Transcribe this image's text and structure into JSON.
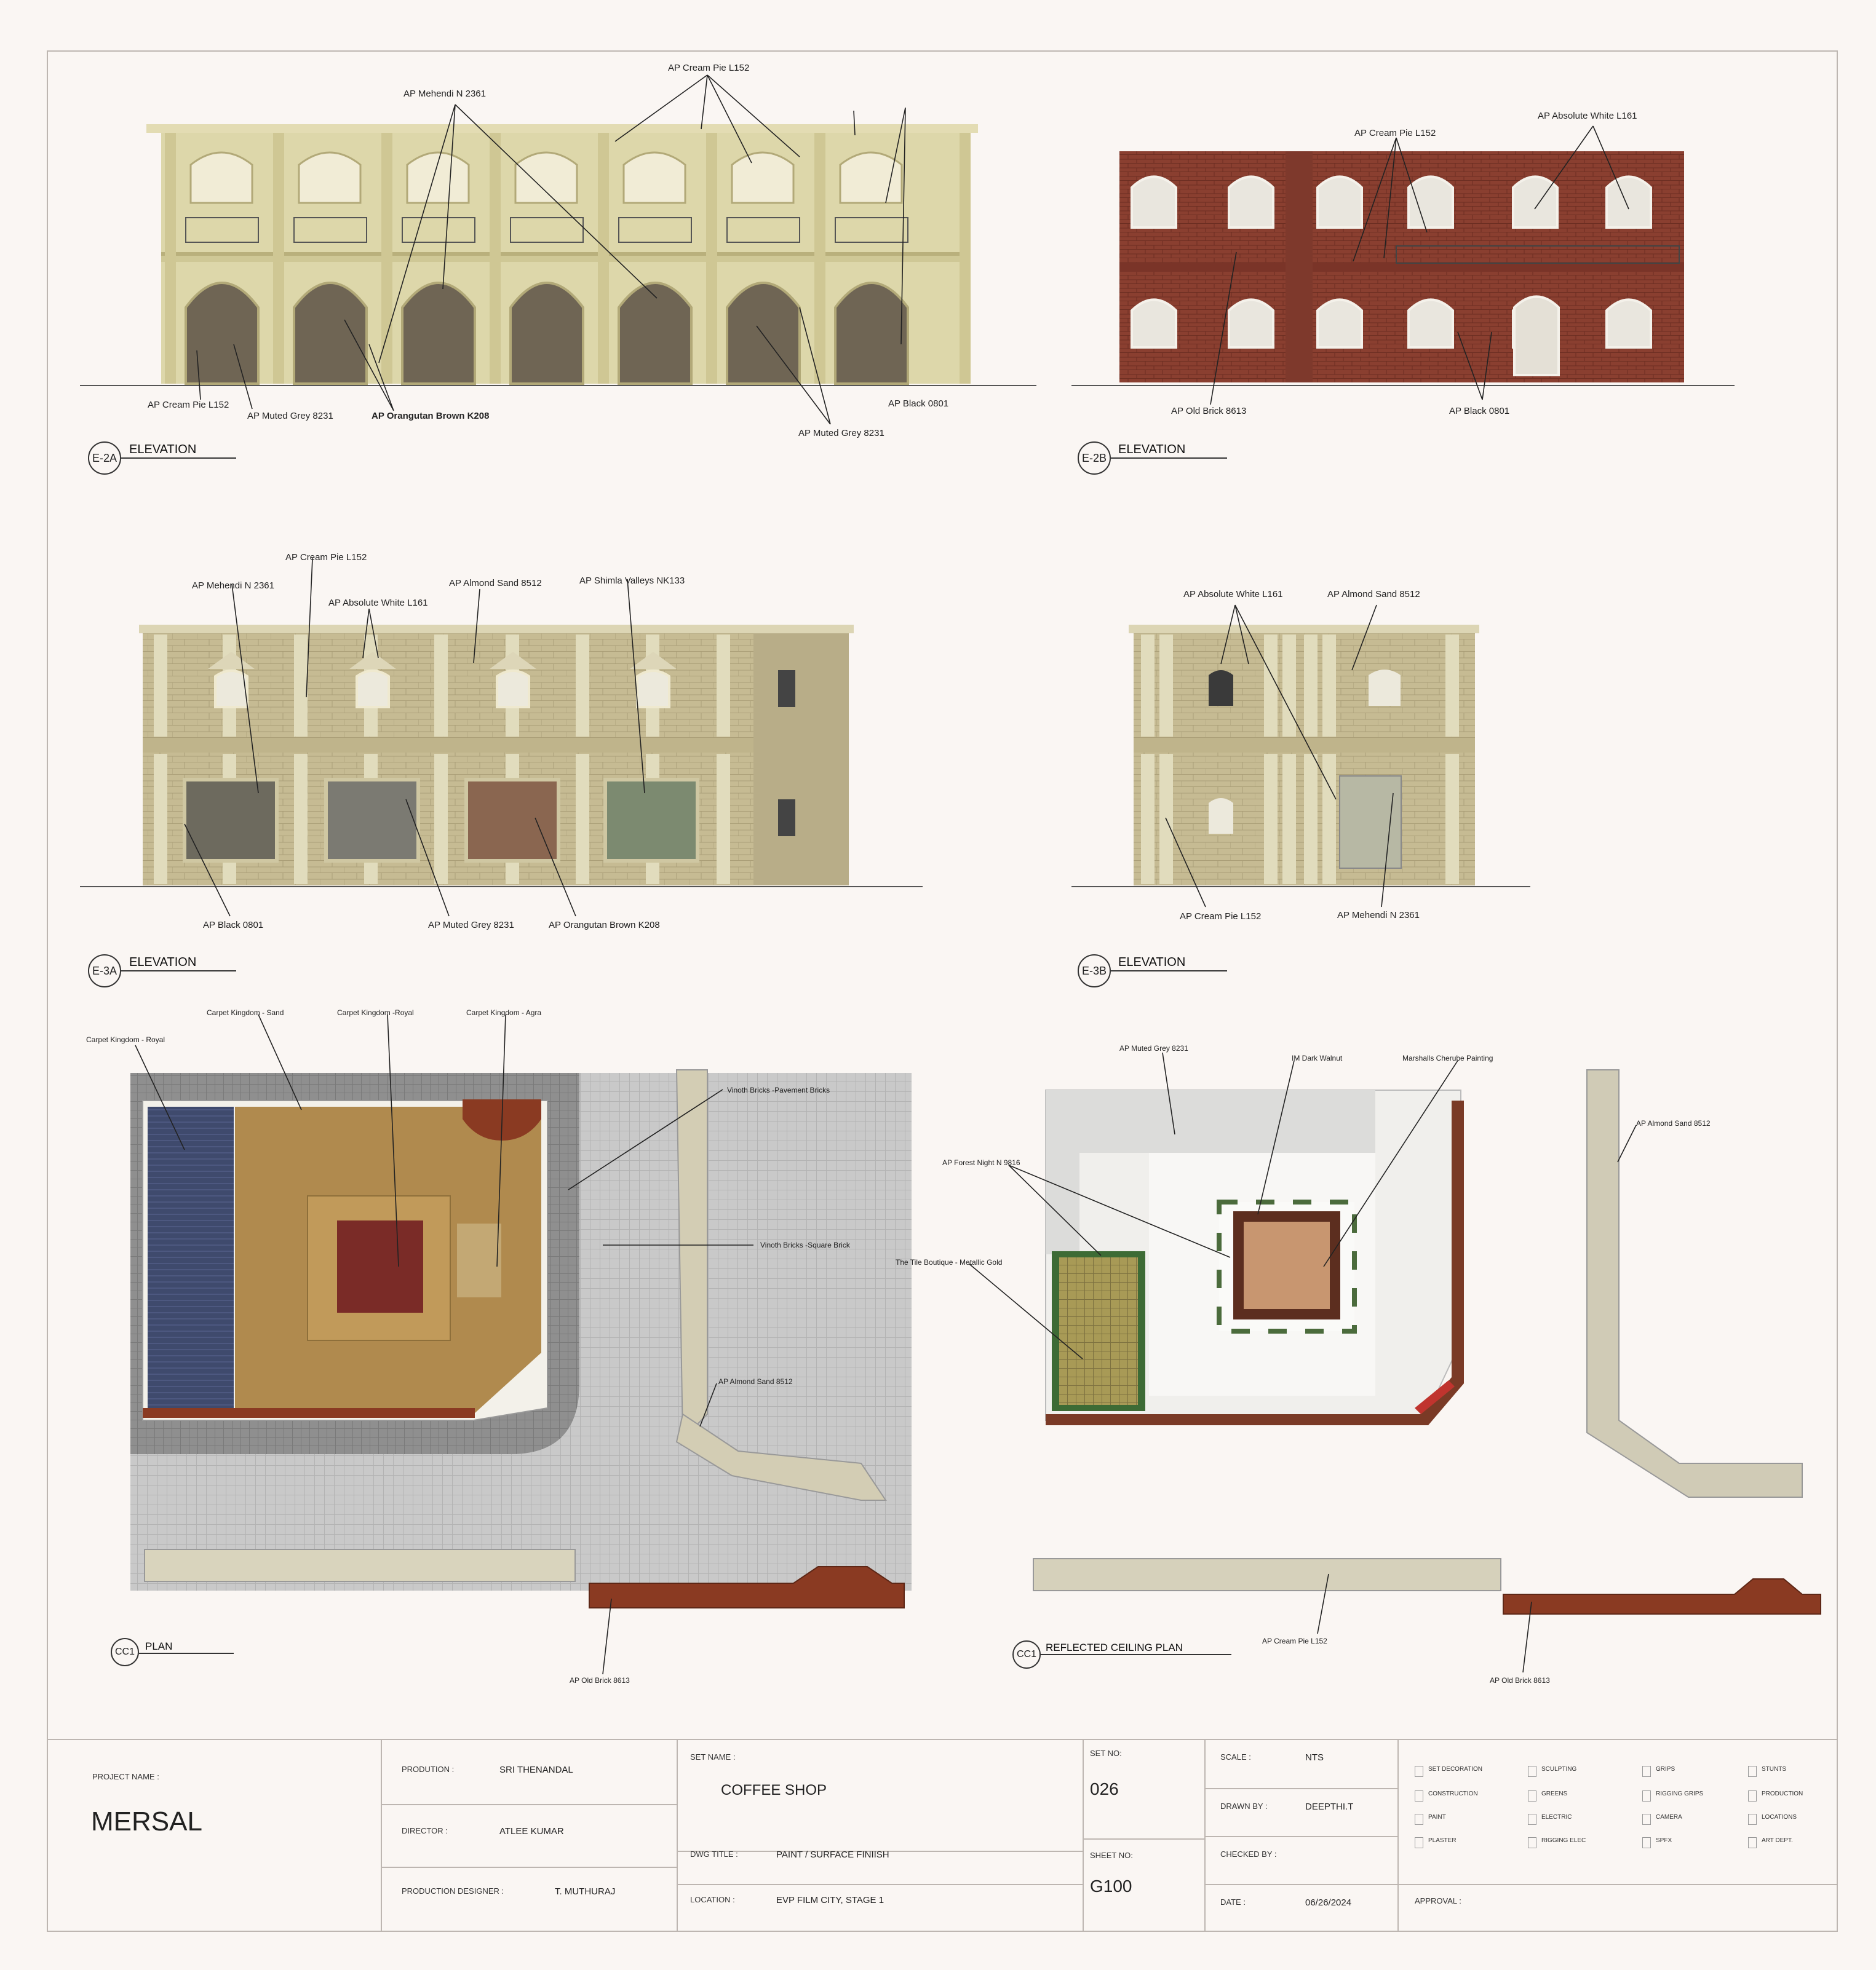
{
  "drawings": {
    "e2a": {
      "tag": "E-2A",
      "title": "ELEVATION",
      "labels": [
        "AP Cream Pie L152",
        "AP Mehendi N 2361",
        "AP Cream Pie L152",
        "AP Muted Grey 8231",
        "AP Orangutan Brown K208",
        "AP Black 0801",
        "AP Muted Grey 8231"
      ]
    },
    "e2b": {
      "tag": "E-2B",
      "title": "ELEVATION",
      "labels": [
        "AP Cream Pie L152",
        "AP Absolute White L161",
        "AP Old Brick 8613",
        "AP Black 0801"
      ]
    },
    "e3a": {
      "tag": "E-3A",
      "title": "ELEVATION",
      "labels": [
        "AP Cream Pie L152",
        "AP Mehendi N 2361",
        "AP Absolute White L161",
        "AP Almond Sand 8512",
        "AP Shimla Valleys NK133",
        "AP Black 0801",
        "AP Muted Grey 8231",
        "AP Orangutan Brown K208"
      ]
    },
    "e3b": {
      "tag": "E-3B",
      "title": "ELEVATION",
      "labels": [
        "AP Absolute White L161",
        "AP Almond Sand 8512",
        "AP Cream Pie L152",
        "AP Mehendi N 2361"
      ]
    },
    "plan": {
      "tag": "CC1",
      "title": "PLAN",
      "labels": [
        "Carpet Kingdom - Royal",
        "Carpet Kingdom - Sand",
        "Carpet Kingdom -Royal",
        "Carpet Kingdom - Agra",
        "Vinoth Bricks -Pavement Bricks",
        "Vinoth Bricks -Square Brick",
        "AP Almond Sand 8512",
        "AP Old Brick 8613"
      ]
    },
    "rcp": {
      "tag": "CC1",
      "title": "REFLECTED CEILING PLAN",
      "labels": [
        "AP Muted Grey 8231",
        "IM Dark Walnut",
        "Marshalls Cherube Painting",
        "AP Forest Night N 9816",
        "The Tile Boutique - Metallic Gold",
        "AP Almond Sand 8512",
        "AP Cream Pie L152",
        "AP Old Brick 8613"
      ]
    }
  },
  "title_block": {
    "project_name_label": "PROJECT NAME :",
    "project_name": "MERSAL",
    "production_label": "PRODUTION :",
    "production": "SRI THENANDAL",
    "director_label": "DIRECTOR :",
    "director": "ATLEE KUMAR",
    "designer_label": "PRODUCTION DESIGNER :",
    "designer": "T. MUTHURAJ",
    "set_name_label": "SET NAME :",
    "set_name": "COFFEE SHOP",
    "dwg_title_label": "DWG TITLE :",
    "dwg_title": "PAINT / SURFACE FINIISH",
    "location_label": "LOCATION :",
    "location": "EVP FILM CITY, STAGE 1",
    "set_no_label": "SET NO:",
    "set_no": "026",
    "sheet_no_label": "SHEET NO:",
    "sheet_no": "G100",
    "scale_label": "SCALE :",
    "scale": "NTS",
    "drawn_by_label": "DRAWN BY :",
    "drawn_by": "DEEPTHI.T",
    "checked_by_label": "CHECKED BY :",
    "date_label": "DATE :",
    "date": "06/26/2024",
    "approval_label": "APPROVAL :",
    "departments": [
      "SET DECORATION",
      "SCULPTING",
      "GRIPS",
      "STUNTS",
      "CONSTRUCTION",
      "GREENS",
      "RIGGING GRIPS",
      "PRODUCTION",
      "PAINT",
      "ELECTRIC",
      "CAMERA",
      "LOCATIONS",
      "PLASTER",
      "RIGGING ELEC",
      "SPFX",
      "ART DEPT."
    ]
  }
}
